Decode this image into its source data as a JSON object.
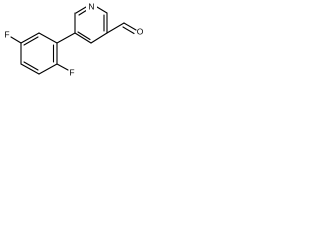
{
  "diagram": {
    "type": "chemical-structure",
    "atom_labels": {
      "nitrogen": "N",
      "oxygen": "O",
      "fluorine_top": "F",
      "fluorine_bottom": "F"
    },
    "colors": {
      "bond": "#000000",
      "label": "#000000",
      "background": "#ffffff"
    }
  }
}
